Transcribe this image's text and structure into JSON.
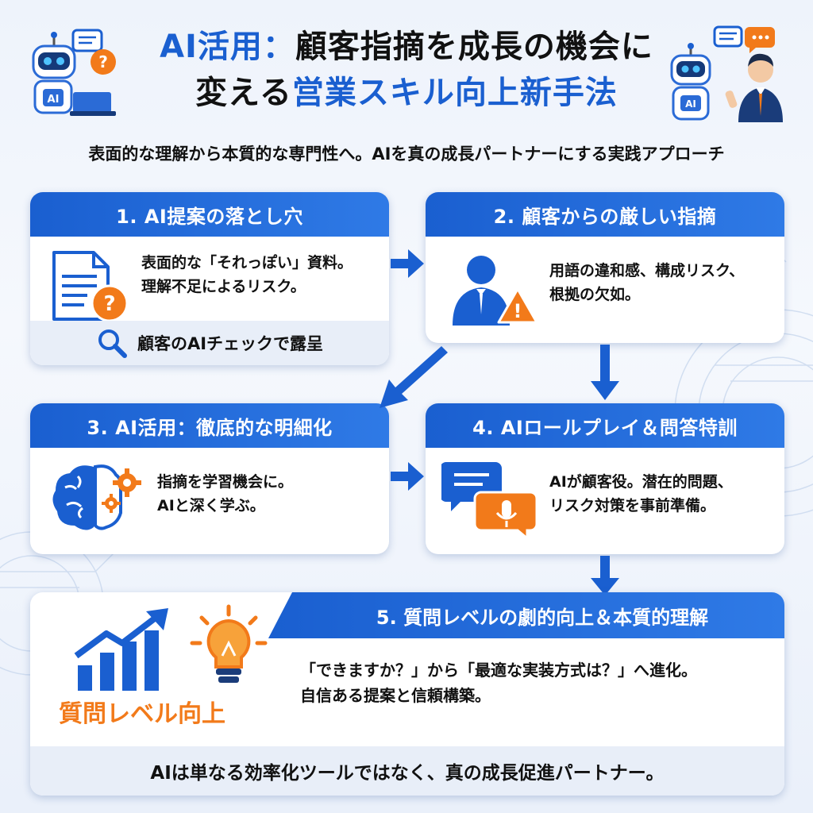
{
  "title": {
    "line1_blue": "AI活用：",
    "line1_dark": "顧客指摘を成長の機会に",
    "line2_dark": "変える",
    "line2_blue": "営業スキル向上新手法"
  },
  "subtitle": "表面的な理解から本質的な専門性へ。AIを真の成長パートナーにする実践アプローチ",
  "cards": [
    {
      "heading": "1. AI提案の落とし穴",
      "text_line1": "表面的な「それっぽい」資料。",
      "text_line2": "理解不足によるリスク。",
      "footer": "顧客のAIチェックで露呈"
    },
    {
      "heading": "2. 顧客からの厳しい指摘",
      "text_line1": "用語の違和感、構成リスク、",
      "text_line2": "根拠の欠如。"
    },
    {
      "heading": "3. AI活用：徹底的な明細化",
      "text_line1": "指摘を学習機会に。",
      "text_line2": "AIと深く学ぶ。"
    },
    {
      "heading": "4. AIロールプレイ＆問答特訓",
      "text_line1": "AIが顧客役。潜在的問題、",
      "text_line2": "リスク対策を事前準備。"
    },
    {
      "heading": "5. 質問レベルの劇的向上＆本質的理解",
      "text_line1": "「できますか？」から「最適な実装方式は？」へ進化。",
      "text_line2": "自信ある提案と信頼構築。",
      "icon_label": "質問レベル向上",
      "footer": "AIは単なる効率化ツールではなく、真の成長促進パートナー。"
    }
  ],
  "icons": {
    "robot_left_badge": "AI",
    "robot_right_badge": "AI",
    "question_mark": "?",
    "warning_mark": "!"
  },
  "colors": {
    "primary_blue": "#1a5fd0",
    "accent_orange": "#f27a1a",
    "footer_bg": "#e8eef8"
  }
}
